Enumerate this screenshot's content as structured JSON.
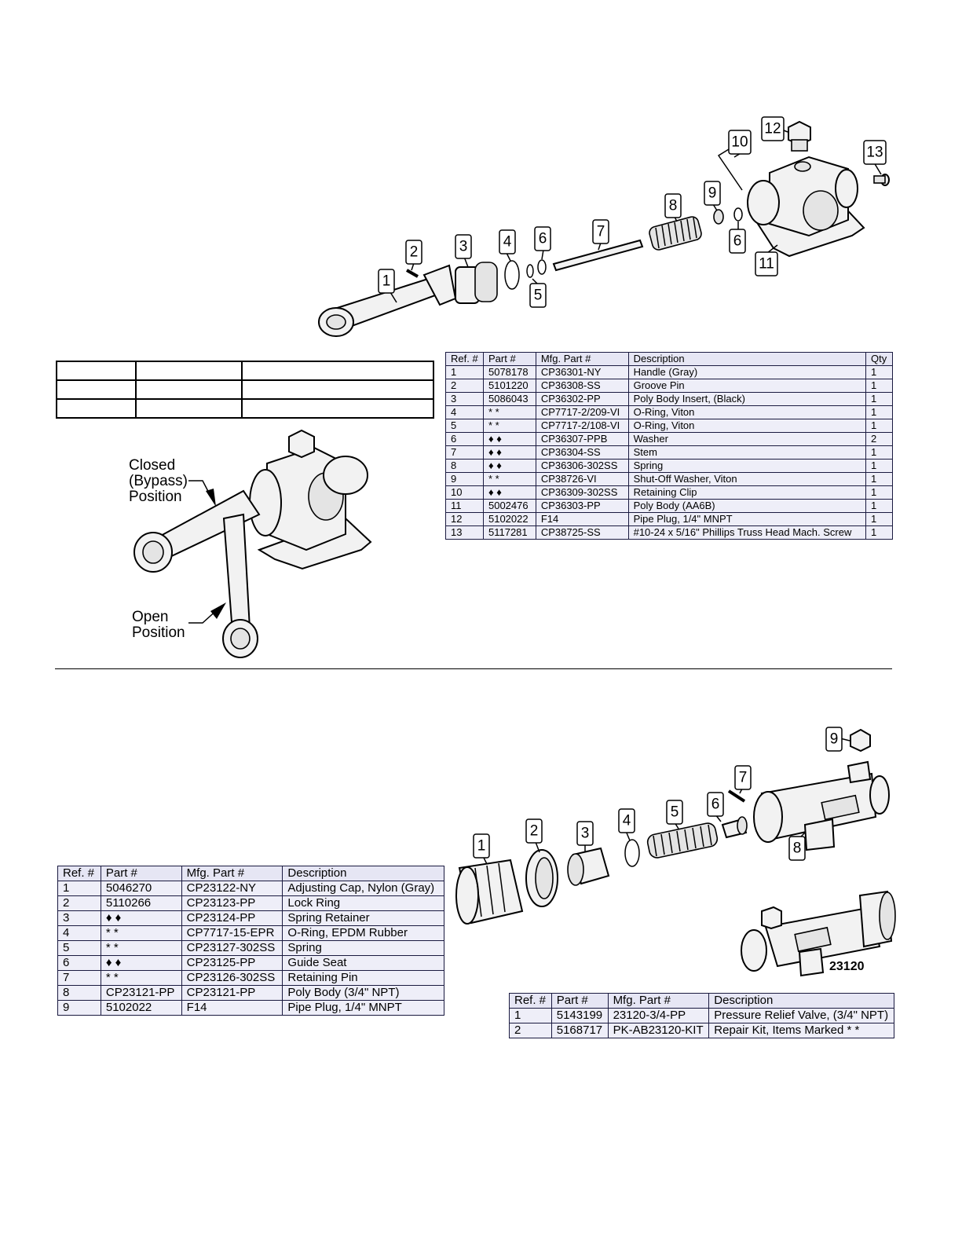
{
  "top_table": {
    "headers": [
      "Ref. #",
      "Part #",
      "Mfg. Part #",
      "Description",
      "Qty"
    ],
    "rows": [
      [
        "1",
        "5078178",
        "CP36301-NY",
        "Handle (Gray)",
        "1"
      ],
      [
        "2",
        "5101220",
        "CP36308-SS",
        "Groove Pin",
        "1"
      ],
      [
        "3",
        "5086043",
        "CP36302-PP",
        "Poly Body Insert, (Black)",
        "1"
      ],
      [
        "4",
        "* *",
        "CP7717-2/209-VI",
        "O-Ring, Viton",
        "1"
      ],
      [
        "5",
        "* *",
        "CP7717-2/108-VI",
        "O-Ring, Viton",
        "1"
      ],
      [
        "6",
        "♦ ♦",
        "CP36307-PPB",
        "Washer",
        "2"
      ],
      [
        "7",
        "♦ ♦",
        "CP36304-SS",
        "Stem",
        "1"
      ],
      [
        "8",
        "♦ ♦",
        "CP36306-302SS",
        "Spring",
        "1"
      ],
      [
        "9",
        "* *",
        "CP38726-VI",
        "Shut-Off Washer, Viton",
        "1"
      ],
      [
        "10",
        "♦ ♦",
        "CP36309-302SS",
        "Retaining Clip",
        "1"
      ],
      [
        "11",
        "5002476",
        "CP36303-PP",
        "Poly Body (AA6B)",
        "1"
      ],
      [
        "12",
        "5102022",
        "F14",
        "Pipe Plug, 1/4\" MNPT",
        "1"
      ],
      [
        "13",
        "5117281",
        "CP38725-SS",
        "#10-24 x 5/16\" Phillips Truss Head Mach. Screw",
        "1"
      ]
    ]
  },
  "top_diagram": {
    "callouts": [
      "1",
      "2",
      "3",
      "4",
      "5",
      "6",
      "7",
      "8",
      "9",
      "10",
      "11",
      "12",
      "13",
      "6"
    ]
  },
  "position_diagram": {
    "closed_label": [
      "Closed",
      "(Bypass)",
      "Position"
    ],
    "open_label": [
      "Open",
      "Position"
    ]
  },
  "bottom_left_table": {
    "headers": [
      "Ref. #",
      "Part #",
      "Mfg. Part #",
      "Description"
    ],
    "rows": [
      [
        "1",
        "5046270",
        "CP23122-NY",
        "Adjusting Cap, Nylon (Gray)"
      ],
      [
        "2",
        "5110266",
        "CP23123-PP",
        "Lock Ring"
      ],
      [
        "3",
        "♦ ♦",
        "CP23124-PP",
        "Spring Retainer"
      ],
      [
        "4",
        "* *",
        "CP7717-15-EPR",
        "O-Ring, EPDM Rubber"
      ],
      [
        "5",
        "* *",
        "CP23127-302SS",
        "Spring"
      ],
      [
        "6",
        "♦ ♦",
        "CP23125-PP",
        "Guide Seat"
      ],
      [
        "7",
        "* *",
        "CP23126-302SS",
        "Retaining Pin"
      ],
      [
        "8",
        "CP23121-PP",
        "CP23121-PP",
        "Poly Body (3/4\" NPT)"
      ],
      [
        "9",
        "5102022",
        "F14",
        "Pipe Plug, 1/4\" MNPT"
      ]
    ]
  },
  "bottom_diagram": {
    "callouts": [
      "1",
      "2",
      "3",
      "4",
      "5",
      "6",
      "7",
      "8",
      "9"
    ],
    "model_number": "23120"
  },
  "bottom_right_table": {
    "headers": [
      "Ref. #",
      "Part #",
      "Mfg. Part #",
      "Description"
    ],
    "rows": [
      [
        "1",
        "5143199",
        "23120-3/4-PP",
        "Pressure Relief Valve, (3/4\" NPT)"
      ],
      [
        "2",
        "5168717",
        "PK-AB23120-KIT",
        "Repair Kit, Items Marked * *"
      ]
    ]
  }
}
